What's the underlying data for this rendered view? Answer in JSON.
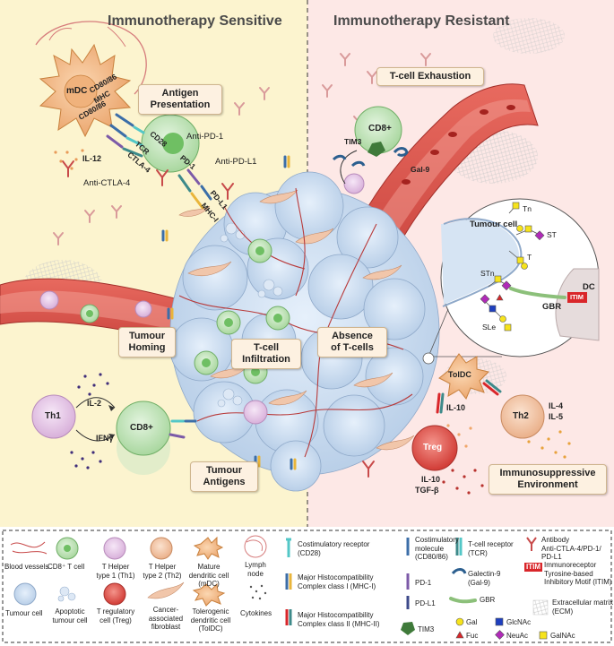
{
  "panels": {
    "left_title": "Immunotherapy Sensitive",
    "right_title": "Immunotherapy Resistant"
  },
  "boxes": {
    "antigen_presentation": [
      "Antigen",
      "Presentation"
    ],
    "tumour_homing": [
      "Tumour",
      "Homing"
    ],
    "t_cell_infiltration": [
      "T-cell",
      "Infiltration"
    ],
    "absence_t_cells": [
      "Absence",
      "of T-cells"
    ],
    "tumour_antigens": [
      "Tumour",
      "Antigens"
    ],
    "t_cell_exhaustion": "T-cell Exhaustion",
    "immunosuppressive": [
      "Immunosuppressive",
      "Environment"
    ]
  },
  "cells": {
    "mdc": "mDC",
    "cd8_top": "CD8+",
    "cd8_bottom": "CD8+",
    "th1": "Th1",
    "th2": "Th2",
    "treg": "Treg",
    "toldc": "TolDC",
    "dc": "DC",
    "tumour_cell": "Tumour cell"
  },
  "molecules": {
    "cd80_86_a": "CD80/86",
    "mhc": "MHC",
    "cd80_86_b": "CD80/86",
    "cd28": "CD28",
    "tcr": "TCR",
    "ctla4": "CTLA-4",
    "pd1": "PD-1",
    "pdl1": "PD-L1",
    "mhc1": "MHC-I",
    "tim3": "TIM3",
    "gal9": "Gal-9",
    "gbr": "GBR",
    "itim": "ITIM"
  },
  "drugs": {
    "anti_pd1": "Anti-PD-1",
    "anti_pdl1": "Anti-PD-L1",
    "anti_ctla4": "Anti-CTLA-4"
  },
  "cytokines": {
    "il12": "IL-12",
    "il2": "IL-2",
    "ifng": "IFNγ",
    "il10_toldc": "IL-10",
    "il4": "IL-4",
    "il5": "IL-5",
    "il10_treg": "IL-10",
    "tgfb": "TGF-β"
  },
  "glycans": {
    "tn": "Tn",
    "st": "ST",
    "t": "T",
    "stn": "STn",
    "sle": "SLe"
  },
  "legend": {
    "blood_vessels": "Blood vessels",
    "cd8_cell": "CD8⁺ T cell",
    "th1": [
      "T Helper",
      "type 1 (Th1)"
    ],
    "th2": [
      "T Helper",
      "type 2 (Th2)"
    ],
    "mdc": [
      "Mature",
      "dendritic cell",
      "(mDC)"
    ],
    "lymph_node": [
      "Lymph",
      "node"
    ],
    "costim_receptor": [
      "Costimulatory receptor",
      "(CD28)"
    ],
    "costim_molecule": [
      "Costimulatory",
      "molecule",
      "(CD80/86)"
    ],
    "tcr": [
      "T-cell receptor",
      "(TCR)"
    ],
    "antibody": [
      "Antibody",
      "Anti-CTLA-4/PD-1/",
      "PD-L1"
    ],
    "tumour_cell": "Tumour cell",
    "apoptotic": [
      "Apoptotic",
      "tumour cell"
    ],
    "treg": [
      "T regulatory",
      "cell (Treg)"
    ],
    "caf": [
      "Cancer-",
      "associated",
      "fibroblast"
    ],
    "toldc": [
      "Tolerogenic",
      "dendritic cell",
      "(TolDC)"
    ],
    "cytokines": "Cytokines",
    "mhc1": [
      "Major Histocompatibility",
      "Complex class I (MHC-I)"
    ],
    "mhc2": [
      "Major Histocompatibility",
      "Complex class II (MHC-II)"
    ],
    "pd1": "PD-1",
    "pdl1": "PD-L1",
    "tim3": "TIM3",
    "galectin9": [
      "Galectin-9",
      "(Gal-9)"
    ],
    "gbr": "GBR",
    "itim_tag": "ITIM",
    "itim": [
      "Immunoreceptor",
      "Tyrosine-based",
      "Inhibitory Motif (ITIM)"
    ],
    "ecm": [
      "Extracellular matrix",
      "(ECM)"
    ],
    "gal": "Gal",
    "glcnac": "GlcNAc",
    "fuc": "Fuc",
    "neuac": "NeuAc",
    "galnac": "GalNAc"
  },
  "colors": {
    "left_bg": "#fcf4cf",
    "right_bg": "#fde8e6",
    "vessel": "#d9574f",
    "cd8": "#b9e0b0",
    "th1": "#e6c7e8",
    "th2": "#f3c7a7",
    "treg": "#e0504a",
    "tumour": "#cfe0f2",
    "gal": "#f6e31c",
    "glcnac": "#1e3fbf",
    "fuc": "#d9262a",
    "neuac": "#b02ab8",
    "galnac": "#f6e31c"
  }
}
